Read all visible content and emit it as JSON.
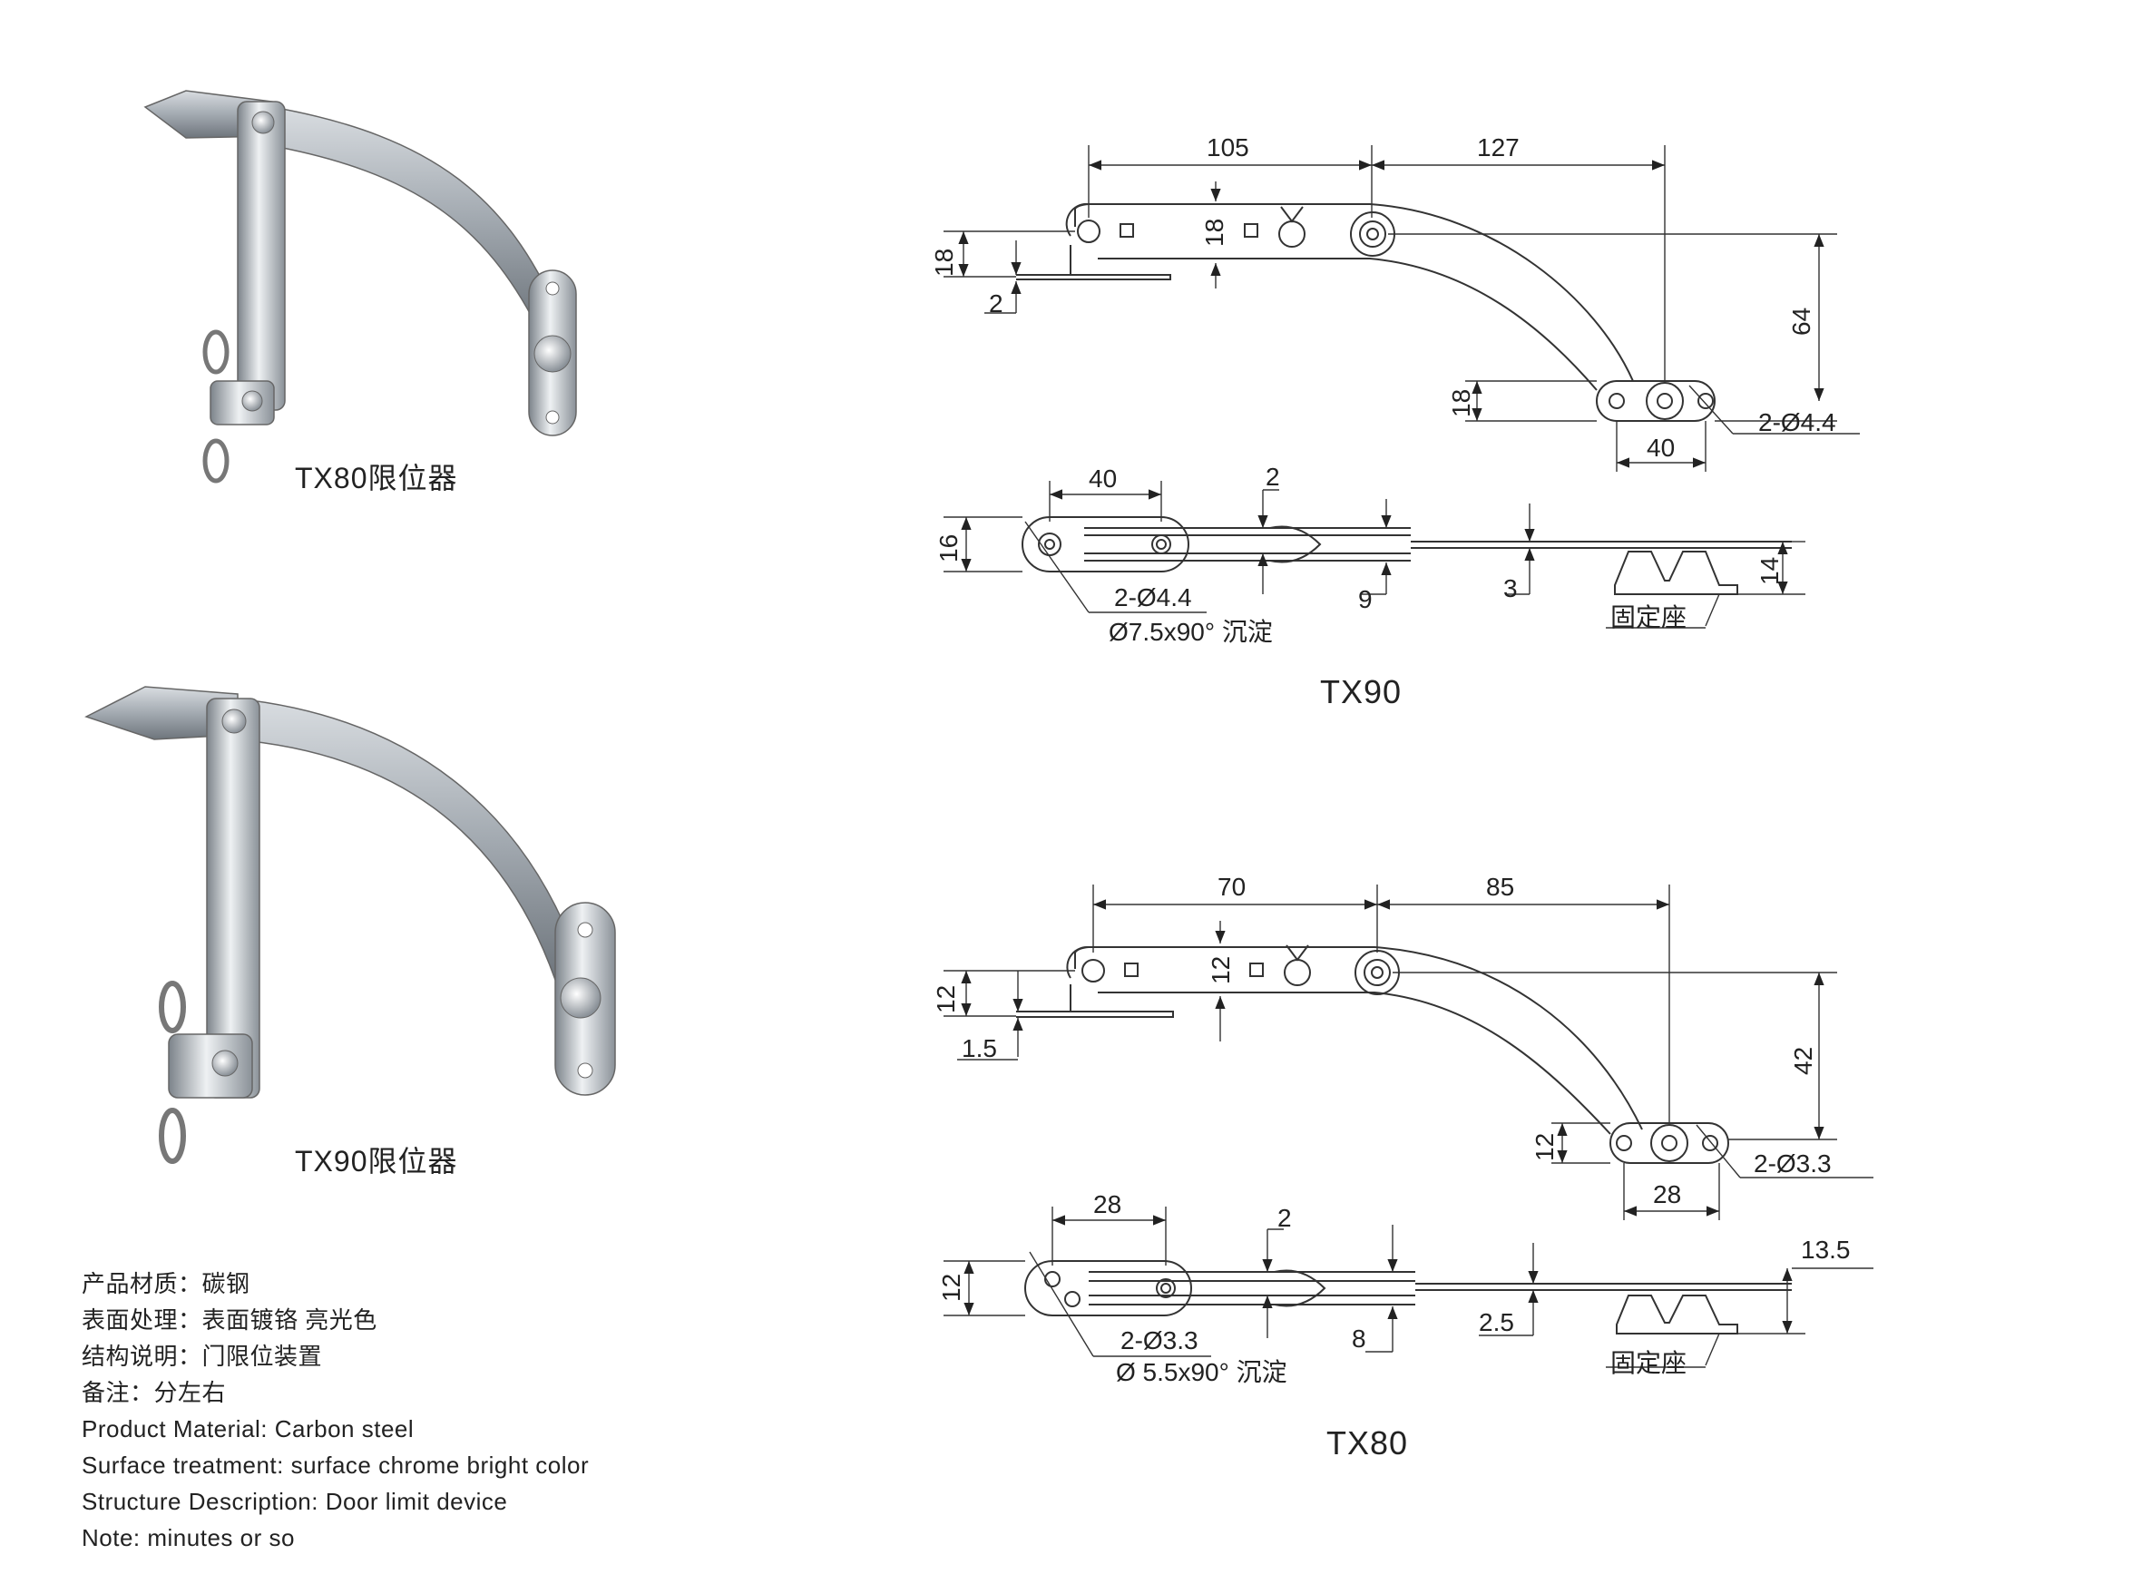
{
  "photos": {
    "tx80_caption": "TX80限位器",
    "tx90_caption": "TX90限位器"
  },
  "specs": [
    "产品材质：碳钢",
    "表面处理：表面镀铬 亮光色",
    "结构说明：门限位装置",
    "备注：分左右",
    "Product Material: Carbon steel",
    "Surface treatment: surface chrome bright color",
    "Structure Description: Door limit device",
    "Note: minutes or so"
  ],
  "tx90": {
    "model": "TX90",
    "top": {
      "d105": "105",
      "d127": "127",
      "d18a": "18",
      "d18b": "18",
      "d2": "2",
      "d64": "64",
      "d18c": "18",
      "d40": "40",
      "hole": "2-Ø4.4"
    },
    "side": {
      "d40": "40",
      "d2": "2",
      "d16": "16",
      "d9": "9",
      "d3": "3",
      "d14": "14",
      "hole": "2-Ø4.4",
      "csk": "Ø7.5x90°  沉淀",
      "seat": "固定座"
    }
  },
  "tx80": {
    "model": "TX80",
    "top": {
      "d70": "70",
      "d85": "85",
      "d12a": "12",
      "d12b": "12",
      "d15": "1.5",
      "d42": "42",
      "d12c": "12",
      "d28": "28",
      "hole": "2-Ø3.3"
    },
    "side": {
      "d28": "28",
      "d2": "2",
      "d12": "12",
      "d8": "8",
      "d25": "2.5",
      "d135": "13.5",
      "hole": "2-Ø3.3",
      "csk": "Ø 5.5x90°  沉淀",
      "seat": "固定座"
    }
  },
  "colors": {
    "steel_light": "#e6e9ec",
    "steel_mid": "#a9b0b7",
    "steel_dark": "#6e757c",
    "line": "#333333"
  }
}
